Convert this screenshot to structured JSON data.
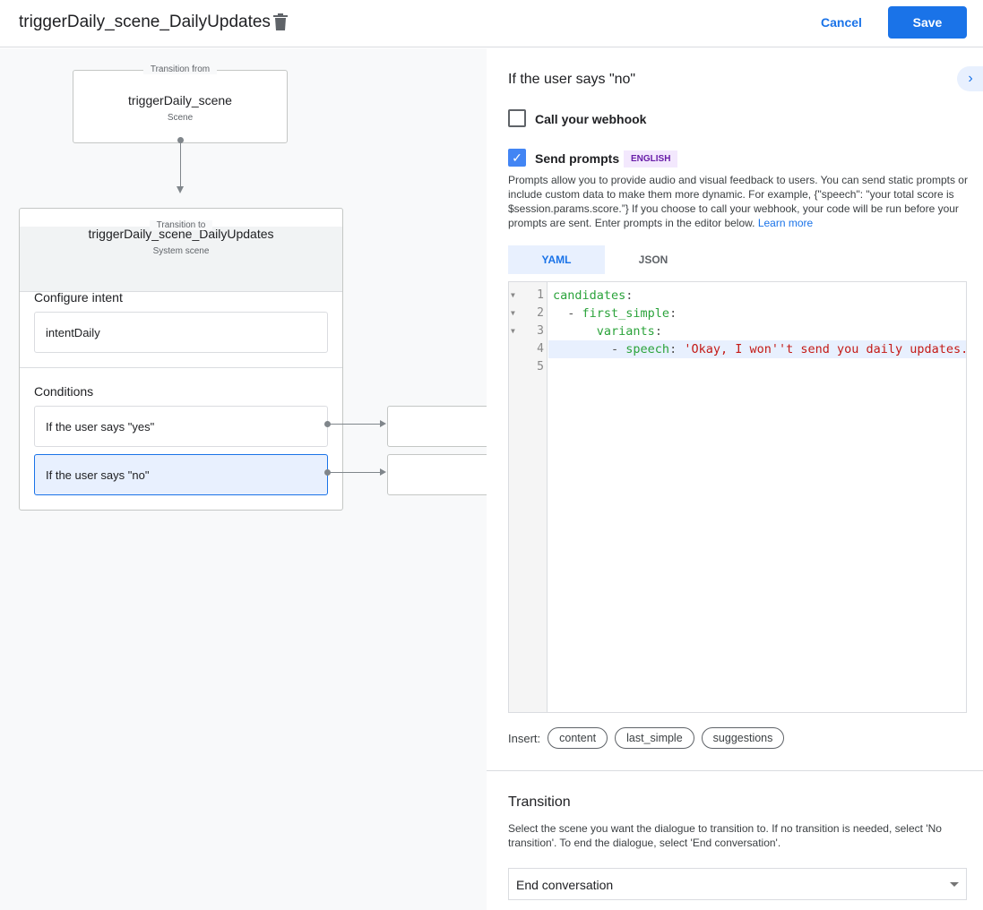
{
  "header": {
    "title": "triggerDaily_scene_DailyUpdates",
    "cancel": "Cancel",
    "save": "Save"
  },
  "canvas": {
    "from": {
      "legend": "Transition from",
      "name": "triggerDaily_scene",
      "type": "Scene"
    },
    "to": {
      "legend": "Transition to",
      "name": "triggerDaily_scene_DailyUpdates",
      "type": "System scene"
    },
    "intent_label": "Configure intent",
    "intent": "intentDaily",
    "conditions_label": "Conditions",
    "conditions": [
      "If the user says \"yes\"",
      "If the user says \"no\""
    ],
    "selected_condition": 1
  },
  "panel": {
    "title": "If the user says \"no\"",
    "webhook": {
      "label": "Call your webhook",
      "checked": false
    },
    "prompts": {
      "label": "Send prompts",
      "checked": true,
      "badge": "ENGLISH"
    },
    "description": "Prompts allow you to provide audio and visual feedback to users. You can send static prompts or include custom data to make them more dynamic. For example, {\"speech\": \"your total score is $session.params.score.”} If you choose to call your webhook, your code will be run before your prompts are sent. Enter prompts in the editor below.",
    "learn_more": "Learn more",
    "tabs": [
      "YAML",
      "JSON"
    ],
    "active_tab": 0,
    "editor": {
      "highlighted_line": 4,
      "lines": [
        {
          "n": "1",
          "fold": true,
          "tokens": [
            {
              "t": "candidates",
              "c": "key"
            },
            {
              "t": ":",
              "c": "punc"
            }
          ]
        },
        {
          "n": "2",
          "fold": true,
          "tokens": [
            {
              "t": "  - ",
              "c": "punc"
            },
            {
              "t": "first_simple",
              "c": "key"
            },
            {
              "t": ":",
              "c": "punc"
            }
          ]
        },
        {
          "n": "3",
          "fold": true,
          "tokens": [
            {
              "t": "      ",
              "c": "punc"
            },
            {
              "t": "variants",
              "c": "key"
            },
            {
              "t": ":",
              "c": "punc"
            }
          ]
        },
        {
          "n": "4",
          "fold": false,
          "tokens": [
            {
              "t": "        - ",
              "c": "punc"
            },
            {
              "t": "speech",
              "c": "key"
            },
            {
              "t": ": ",
              "c": "punc"
            },
            {
              "t": "'Okay, I won''t send you daily updates.'",
              "c": "str"
            }
          ]
        },
        {
          "n": "5",
          "fold": false,
          "tokens": []
        }
      ]
    },
    "insert_label": "Insert:",
    "insert_chips": [
      "content",
      "last_simple",
      "suggestions"
    ],
    "transition": {
      "title": "Transition",
      "description": "Select the scene you want the dialogue to transition to. If no transition is needed, select 'No transition'. To end the dialogue, select 'End conversation'.",
      "value": "End conversation"
    }
  },
  "colors": {
    "accent": "#1a73e8",
    "badge_bg": "#f3e8fd",
    "badge_fg": "#681da8",
    "yaml_key": "#2ba33b",
    "yaml_string": "#c41a16"
  }
}
